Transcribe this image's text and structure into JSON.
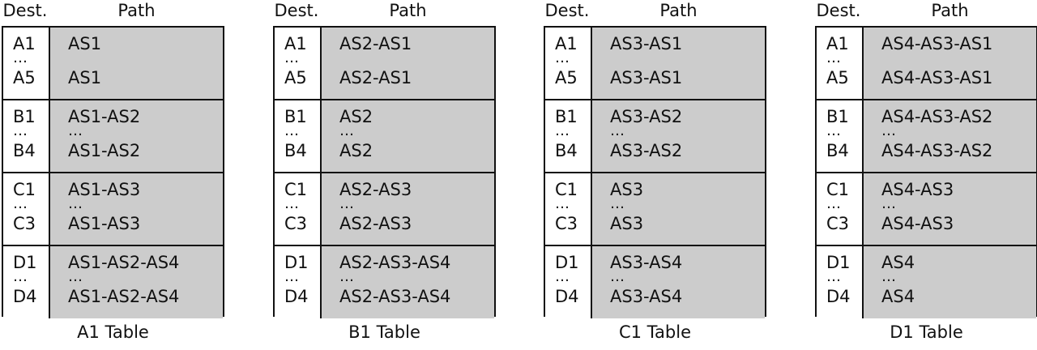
{
  "headers": {
    "dest": "Dest.",
    "path": "Path"
  },
  "ellipsis": "…",
  "tables": [
    {
      "caption": "A1 Table",
      "groups": [
        {
          "dest_first": "A1",
          "dest_last": "A5",
          "path_first": "AS1",
          "path_last": "AS1"
        },
        {
          "dest_first": "B1",
          "dest_last": "B4",
          "path_first": "AS1-AS2",
          "path_last": "AS1-AS2"
        },
        {
          "dest_first": "C1",
          "dest_last": "C3",
          "path_first": "AS1-AS3",
          "path_last": "AS1-AS3"
        },
        {
          "dest_first": "D1",
          "dest_last": "D4",
          "path_first": "AS1-AS2-AS4",
          "path_last": "AS1-AS2-AS4"
        }
      ]
    },
    {
      "caption": "B1 Table",
      "groups": [
        {
          "dest_first": "A1",
          "dest_last": "A5",
          "path_first": "AS2-AS1",
          "path_last": "AS2-AS1"
        },
        {
          "dest_first": "B1",
          "dest_last": "B4",
          "path_first": "AS2",
          "path_last": "AS2"
        },
        {
          "dest_first": "C1",
          "dest_last": "C3",
          "path_first": "AS2-AS3",
          "path_last": "AS2-AS3"
        },
        {
          "dest_first": "D1",
          "dest_last": "D4",
          "path_first": "AS2-AS3-AS4",
          "path_last": "AS2-AS3-AS4"
        }
      ]
    },
    {
      "caption": "C1 Table",
      "groups": [
        {
          "dest_first": "A1",
          "dest_last": "A5",
          "path_first": "AS3-AS1",
          "path_last": "AS3-AS1"
        },
        {
          "dest_first": "B1",
          "dest_last": "B4",
          "path_first": "AS3-AS2",
          "path_last": "AS3-AS2"
        },
        {
          "dest_first": "C1",
          "dest_last": "C3",
          "path_first": "AS3",
          "path_last": "AS3"
        },
        {
          "dest_first": "D1",
          "dest_last": "D4",
          "path_first": "AS3-AS4",
          "path_last": "AS3-AS4"
        }
      ]
    },
    {
      "caption": "D1 Table",
      "groups": [
        {
          "dest_first": "A1",
          "dest_last": "A5",
          "path_first": "AS4-AS3-AS1",
          "path_last": "AS4-AS3-AS1"
        },
        {
          "dest_first": "B1",
          "dest_last": "B4",
          "path_first": "AS4-AS3-AS2",
          "path_last": "AS4-AS3-AS2"
        },
        {
          "dest_first": "C1",
          "dest_last": "C3",
          "path_first": "AS4-AS3",
          "path_last": "AS4-AS3"
        },
        {
          "dest_first": "D1",
          "dest_last": "D4",
          "path_first": "AS4",
          "path_last": "AS4"
        }
      ]
    }
  ]
}
